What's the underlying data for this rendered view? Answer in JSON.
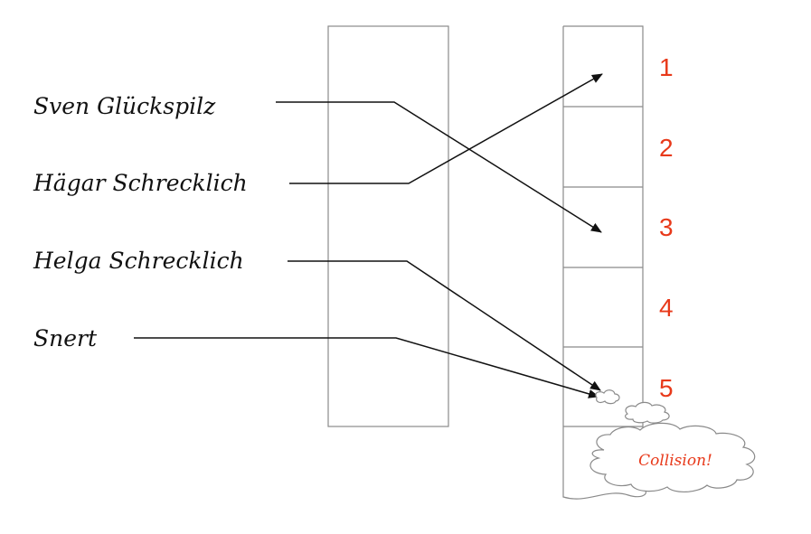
{
  "names": [
    {
      "id": "sven",
      "label": "Sven Glückspilz",
      "bucket": 3
    },
    {
      "id": "haegar",
      "label": "Hägar Schrecklich",
      "bucket": 1
    },
    {
      "id": "helga",
      "label": "Helga Schrecklich",
      "bucket": 5
    },
    {
      "id": "snert",
      "label": "Snert",
      "bucket": 5
    }
  ],
  "buckets": [
    "1",
    "2",
    "3",
    "4",
    "5"
  ],
  "callout": {
    "text": "Collision!"
  },
  "colors": {
    "accent": "#e8391a",
    "line": "#111111",
    "box": "#8a8a8a"
  }
}
